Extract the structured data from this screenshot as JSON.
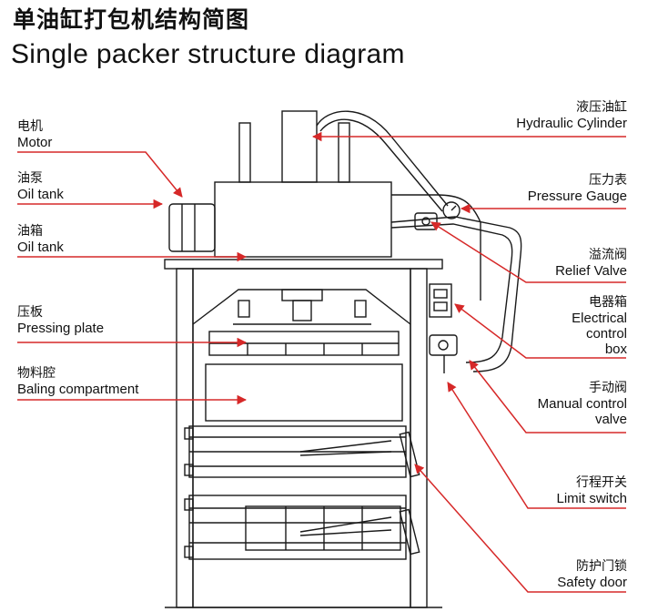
{
  "title": {
    "cn": "单油缸打包机结构简图",
    "en": "Single packer structure diagram"
  },
  "labels_left": [
    {
      "id": "motor",
      "cn": "电机",
      "en": "Motor"
    },
    {
      "id": "oil-pump",
      "cn": "油泵",
      "en": "Oil tank"
    },
    {
      "id": "oil-tank",
      "cn": "油箱",
      "en": "Oil tank"
    },
    {
      "id": "pressing-plate",
      "cn": "压板",
      "en": "Pressing plate"
    },
    {
      "id": "baling-compartment",
      "cn": "物料腔",
      "en": "Baling compartment"
    }
  ],
  "labels_right": [
    {
      "id": "hydraulic-cylinder",
      "cn": "液压油缸",
      "en": [
        "Hydraulic Cylinder"
      ]
    },
    {
      "id": "pressure-gauge",
      "cn": "压力表",
      "en": [
        "Pressure Gauge"
      ]
    },
    {
      "id": "relief-valve",
      "cn": "溢流阀",
      "en": [
        "Relief Valve"
      ]
    },
    {
      "id": "electrical-control-box",
      "cn": "电器箱",
      "en": [
        "Electrical",
        "control",
        "box"
      ]
    },
    {
      "id": "manual-control-valve",
      "cn": "手动阀",
      "en": [
        "Manual control",
        "valve"
      ]
    },
    {
      "id": "limit-switch",
      "cn": "行程开关",
      "en": [
        "Limit switch"
      ]
    },
    {
      "id": "safety-door",
      "cn": "防护门锁",
      "en": [
        "Safety door"
      ]
    }
  ],
  "colors": {
    "arrow": "#d62828",
    "line": "#1a1a1a",
    "background": "#ffffff"
  }
}
